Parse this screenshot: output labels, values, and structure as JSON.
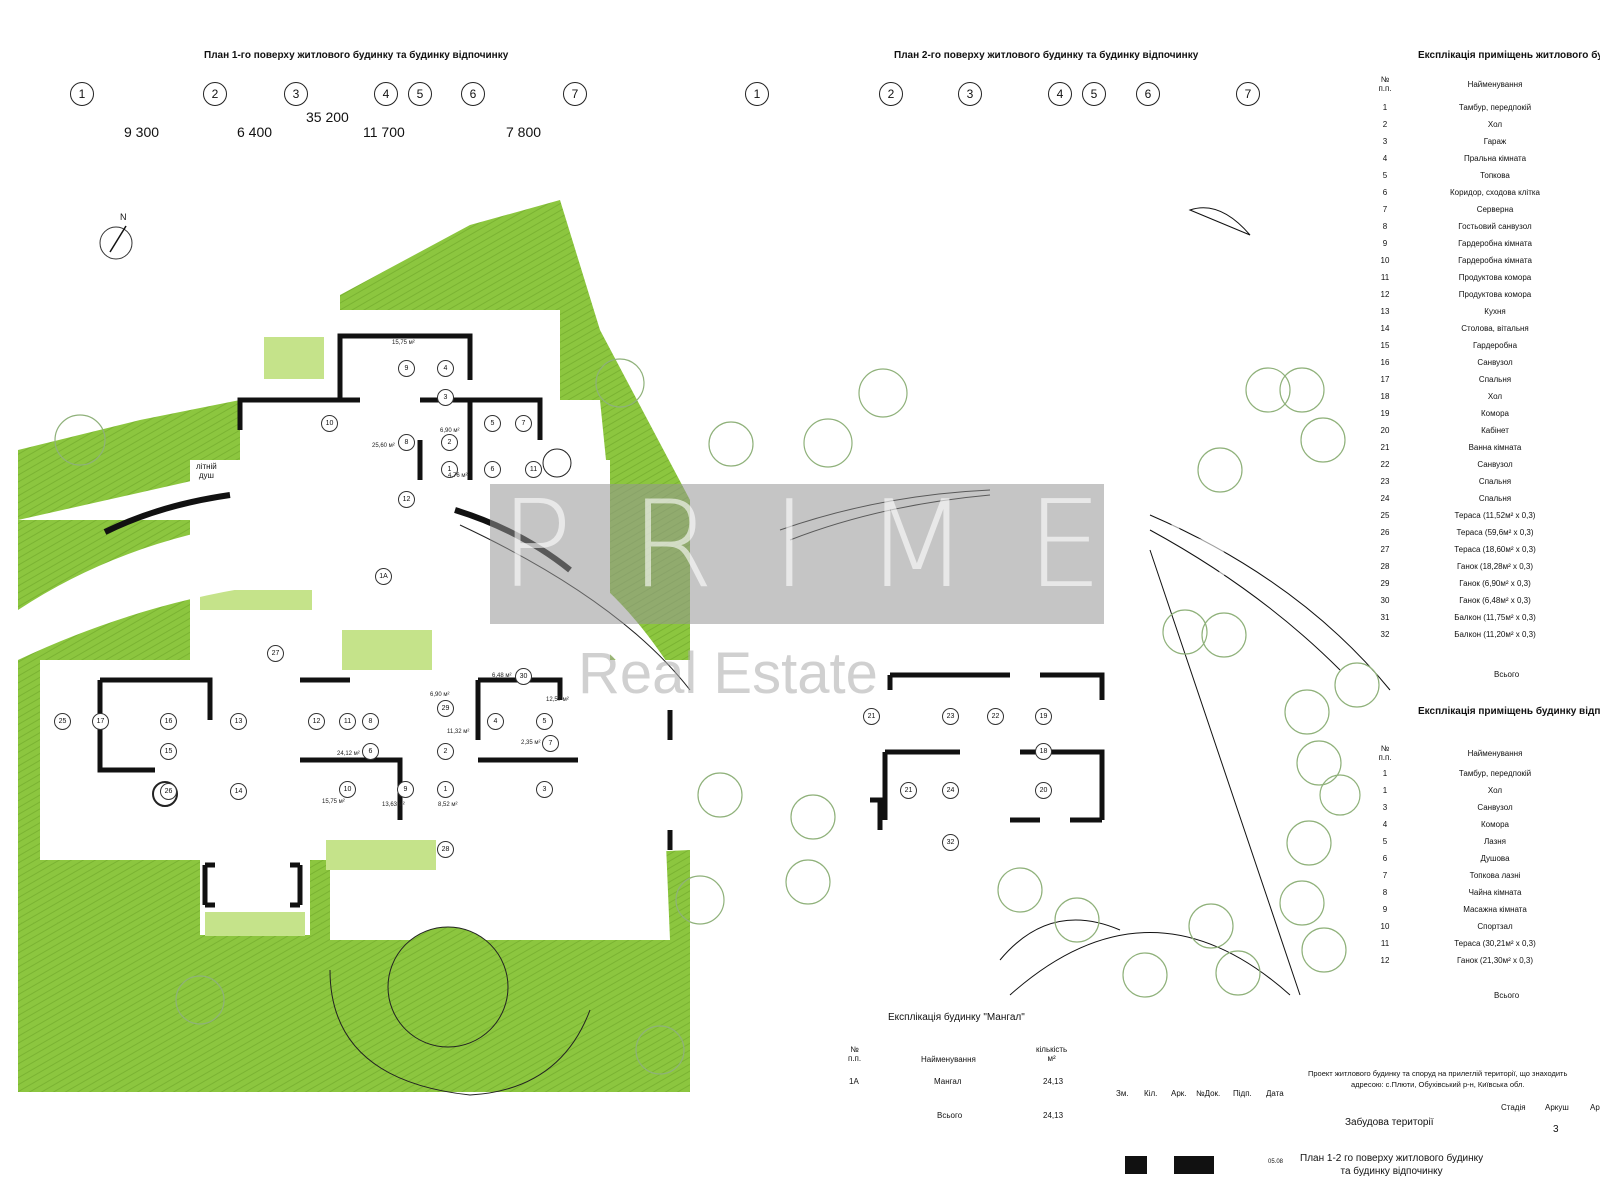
{
  "plan1": {
    "title": "План 1-го поверху житлового будинку та будинку відпочинку",
    "axes": [
      "1",
      "2",
      "3",
      "4",
      "5",
      "6",
      "7"
    ],
    "dims": [
      "9 300",
      "6 400",
      "35 200",
      "11 700",
      "7 800"
    ],
    "label_shower": "літній\nдуш",
    "rooms": [
      "1",
      "2",
      "3",
      "4",
      "5",
      "6",
      "7",
      "8",
      "9",
      "10",
      "11",
      "12",
      "1А",
      "27",
      "26",
      "25",
      "17",
      "16",
      "15",
      "14",
      "13",
      "12",
      "11",
      "10",
      "9",
      "8",
      "6",
      "5",
      "4",
      "3",
      "2",
      "1",
      "7",
      "28",
      "29",
      "30"
    ],
    "areas": [
      "15,75 м²",
      "25,60 м²",
      "6,90 м²",
      "4,76 м²",
      "24,12 м²",
      "15,75 м²",
      "13,63 м²",
      "8,52 м²",
      "11,32 м²",
      "6,48 м²",
      "12,57 м²",
      "2,35 м²",
      "6,90 м²"
    ]
  },
  "plan2": {
    "title": "План 2-го поверху житлового будинку та будинку відпочинку",
    "axes": [
      "1",
      "2",
      "3",
      "4",
      "5",
      "6",
      "7"
    ],
    "rooms": [
      "21",
      "23",
      "22",
      "19",
      "18",
      "21",
      "24",
      "20",
      "32"
    ]
  },
  "table_house": {
    "title": "Експлікація приміщень житлового будинку",
    "head_no": "№\nп.п.",
    "head_name": "Найменування",
    "rows": [
      [
        "1",
        "Тамбур, передпокій"
      ],
      [
        "2",
        "Хол"
      ],
      [
        "3",
        "Гараж"
      ],
      [
        "4",
        "Пральна кімната"
      ],
      [
        "5",
        "Топкова"
      ],
      [
        "6",
        "Коридор, сходова клітка"
      ],
      [
        "7",
        "Серверна"
      ],
      [
        "8",
        "Гостьовий санвузол"
      ],
      [
        "9",
        "Гардеробна кімната"
      ],
      [
        "10",
        "Гардеробна кімната"
      ],
      [
        "11",
        "Продуктова комора"
      ],
      [
        "12",
        "Продуктова комора"
      ],
      [
        "13",
        "Кухня"
      ],
      [
        "14",
        "Столова, вітальня"
      ],
      [
        "15",
        "Гардеробна"
      ],
      [
        "16",
        "Санвузол"
      ],
      [
        "17",
        "Спальня"
      ],
      [
        "18",
        "Хол"
      ],
      [
        "19",
        "Комора"
      ],
      [
        "20",
        "Кабінет"
      ],
      [
        "21",
        "Ванна кімната"
      ],
      [
        "22",
        "Санвузол"
      ],
      [
        "23",
        "Спальня"
      ],
      [
        "24",
        "Спальня"
      ],
      [
        "25",
        "Тераса (11,52м² х 0,3)"
      ],
      [
        "26",
        "Тераса (59,6м² х 0,3)"
      ],
      [
        "27",
        "Тераса (18,60м² х 0,3)"
      ],
      [
        "28",
        "Ганок (18,28м² х 0,3)"
      ],
      [
        "29",
        "Ганок (6,90м² х 0,3)"
      ],
      [
        "30",
        "Ганок (6,48м² х 0,3)"
      ],
      [
        "31",
        "Балкон (11,75м² х 0,3)"
      ],
      [
        "32",
        "Балкон (11,20м² х 0,3)"
      ]
    ],
    "total": "Всього"
  },
  "table_rest": {
    "title": "Експлікація приміщень будинку відпочинку",
    "head_no": "№\nп.п.",
    "head_name": "Найменування",
    "rows": [
      [
        "1",
        "Тамбур, передпокій"
      ],
      [
        "1",
        "Хол"
      ],
      [
        "3",
        "Санвузол"
      ],
      [
        "4",
        "Комора"
      ],
      [
        "5",
        "Лазня"
      ],
      [
        "6",
        "Душова"
      ],
      [
        "7",
        "Топкова лазні"
      ],
      [
        "8",
        "Чайна кімната"
      ],
      [
        "9",
        "Масажна кімната"
      ],
      [
        "10",
        "Спортзал"
      ],
      [
        "11",
        "Тераса (30,21м² х 0,3)"
      ],
      [
        "12",
        "Ганок (21,30м² х 0,3)"
      ]
    ],
    "total": "Всього"
  },
  "table_mangal": {
    "title": "Експлікація будинку \"Мангал\"",
    "head_no": "№\nп.п.",
    "head_name": "Найменування",
    "head_qty": "кількість\nм²",
    "row_no": "1А",
    "row_name": "Мангал",
    "row_qty": "24,13",
    "total_label": "Всього",
    "total_qty": "24,13"
  },
  "stamp": {
    "project": "Проект житлового будинку та споруд на прилеглій території, що знаходить\nадресою: с.Плюти, Обухівський р-н, Київська обл.",
    "cols": [
      "Зм.",
      "Кіл.",
      "Арк.",
      "№Док.",
      "Підп.",
      "Дата"
    ],
    "stage_cols": [
      "Стадія",
      "Аркуш",
      "Ар"
    ],
    "sheet_no": "3",
    "section": "Забудова території",
    "sheet_title": "План 1-2 го поверху житлового будинку\nта будинку відпочинку",
    "date": "05.08"
  },
  "watermark": {
    "brand": "PRIMES",
    "sub": "Real Estate"
  },
  "north": "N",
  "colors": {
    "grass": "#8cc63f",
    "grass_light": "#c5e38a",
    "wall": "#111111",
    "tree": "#8fb17a"
  }
}
